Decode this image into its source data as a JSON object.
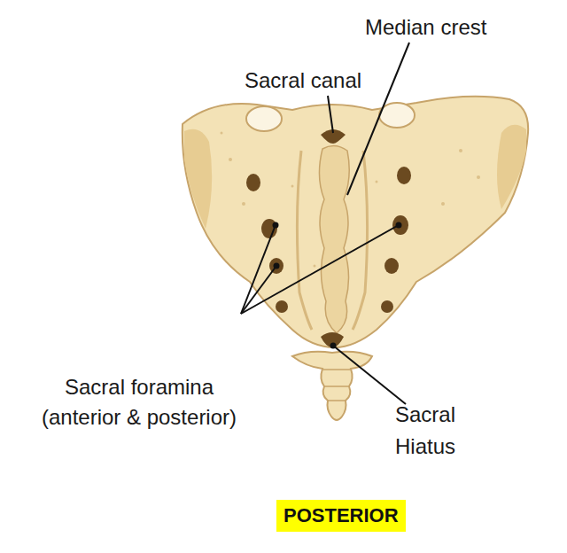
{
  "diagram": {
    "nodes": [
      {
        "text": [
          "POSTERIOR"
        ]
      }
    ],
    "labels": [
      "Median crest",
      "Sacral canal",
      "Sacral foramina (anterior & posterior)",
      "Sacral Hiatus"
    ]
  }
}
